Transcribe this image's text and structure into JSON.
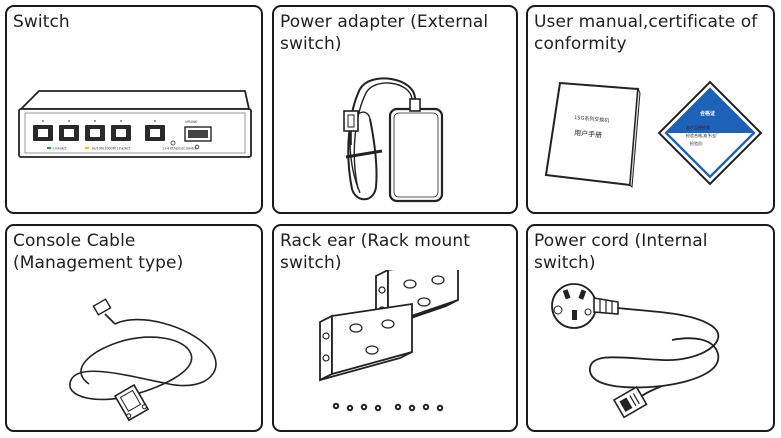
{
  "items": [
    {
      "id": "switch",
      "title": "Switch",
      "icon": "network-switch-illustration",
      "labels": {
        "led": "Link/Act",
        "speed": "10/100/1000M Link/Act",
        "model": "1+4 Ethernet Switch",
        "port": "UPLINK"
      }
    },
    {
      "id": "power-adapter",
      "title": "Power adapter (External\nswitch)",
      "icon": "power-adapter-illustration"
    },
    {
      "id": "user-manual",
      "title": "User manual,certificate of\nconformity",
      "icon": "manual-and-certificate-illustration",
      "labels": {
        "manual_series": "1SG系列交换机",
        "manual_name": "用户手册",
        "cert_title": "合格证",
        "cert_line1": "本产品经检查",
        "cert_line2": "检验合格,准予出厂",
        "cert_line3": "检验员:"
      }
    },
    {
      "id": "console-cable",
      "title": "Console Cable\n(Management type)",
      "icon": "console-cable-illustration"
    },
    {
      "id": "rack-ear",
      "title": "Rack ear (Rack mount\nswitch)",
      "icon": "rack-ear-illustration"
    },
    {
      "id": "power-cord",
      "title": "Power cord (Internal\nswitch)",
      "icon": "power-cord-illustration"
    }
  ]
}
